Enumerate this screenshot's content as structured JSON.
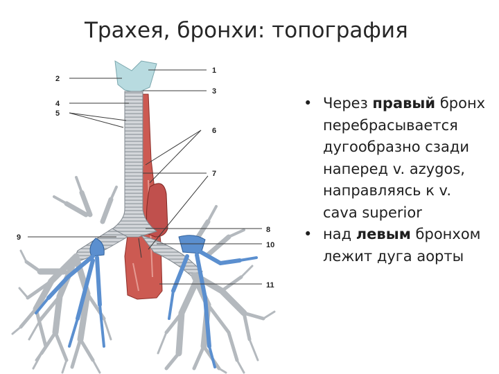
{
  "title": "Трахея, бронхи: топография",
  "figure": {
    "labels": [
      "1",
      "2",
      "3",
      "4",
      "5",
      "6",
      "7",
      "8",
      "9",
      "10",
      "11"
    ]
  },
  "bullets": [
    {
      "lines": [
        [
          "Через ",
          "правый",
          " бронх"
        ],
        [
          "перебрасывается"
        ],
        [
          "дугообразно сзади"
        ],
        [
          "наперед v. azygos,"
        ],
        [
          "направляясь к v."
        ],
        [
          "cava superior"
        ]
      ]
    },
    {
      "lines": [
        [
          "над ",
          "левым",
          " бронхом"
        ],
        [
          "лежит дуга аорты"
        ]
      ]
    }
  ],
  "colors": {
    "airway": "#c9cdd2",
    "vein": "#5b8fcf",
    "artery": "#c0504d",
    "cartilage": "#b8dbe0"
  }
}
